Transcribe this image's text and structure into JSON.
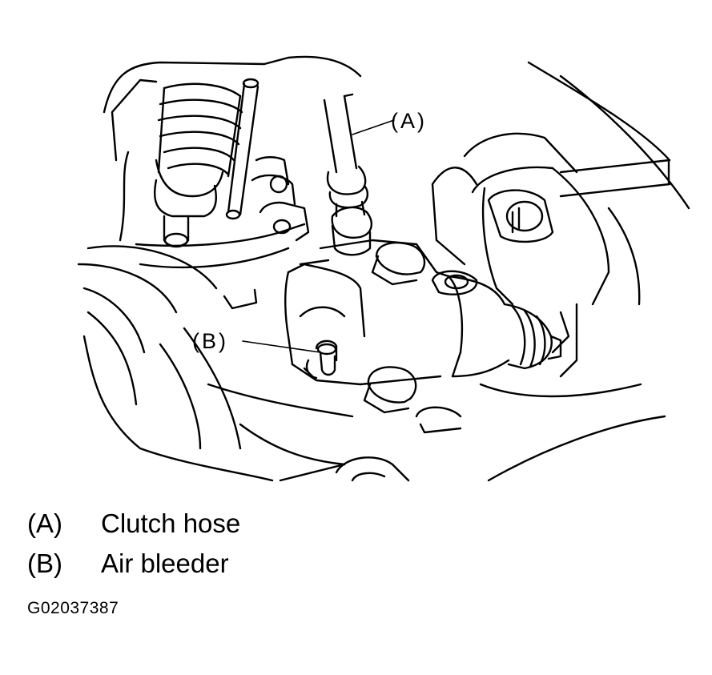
{
  "callouts": {
    "a": "(A)",
    "b": "(B)"
  },
  "legend": [
    {
      "key": "(A)",
      "label": "Clutch hose"
    },
    {
      "key": "(B)",
      "label": "Air bleeder"
    }
  ],
  "figure_code": "G02037387"
}
